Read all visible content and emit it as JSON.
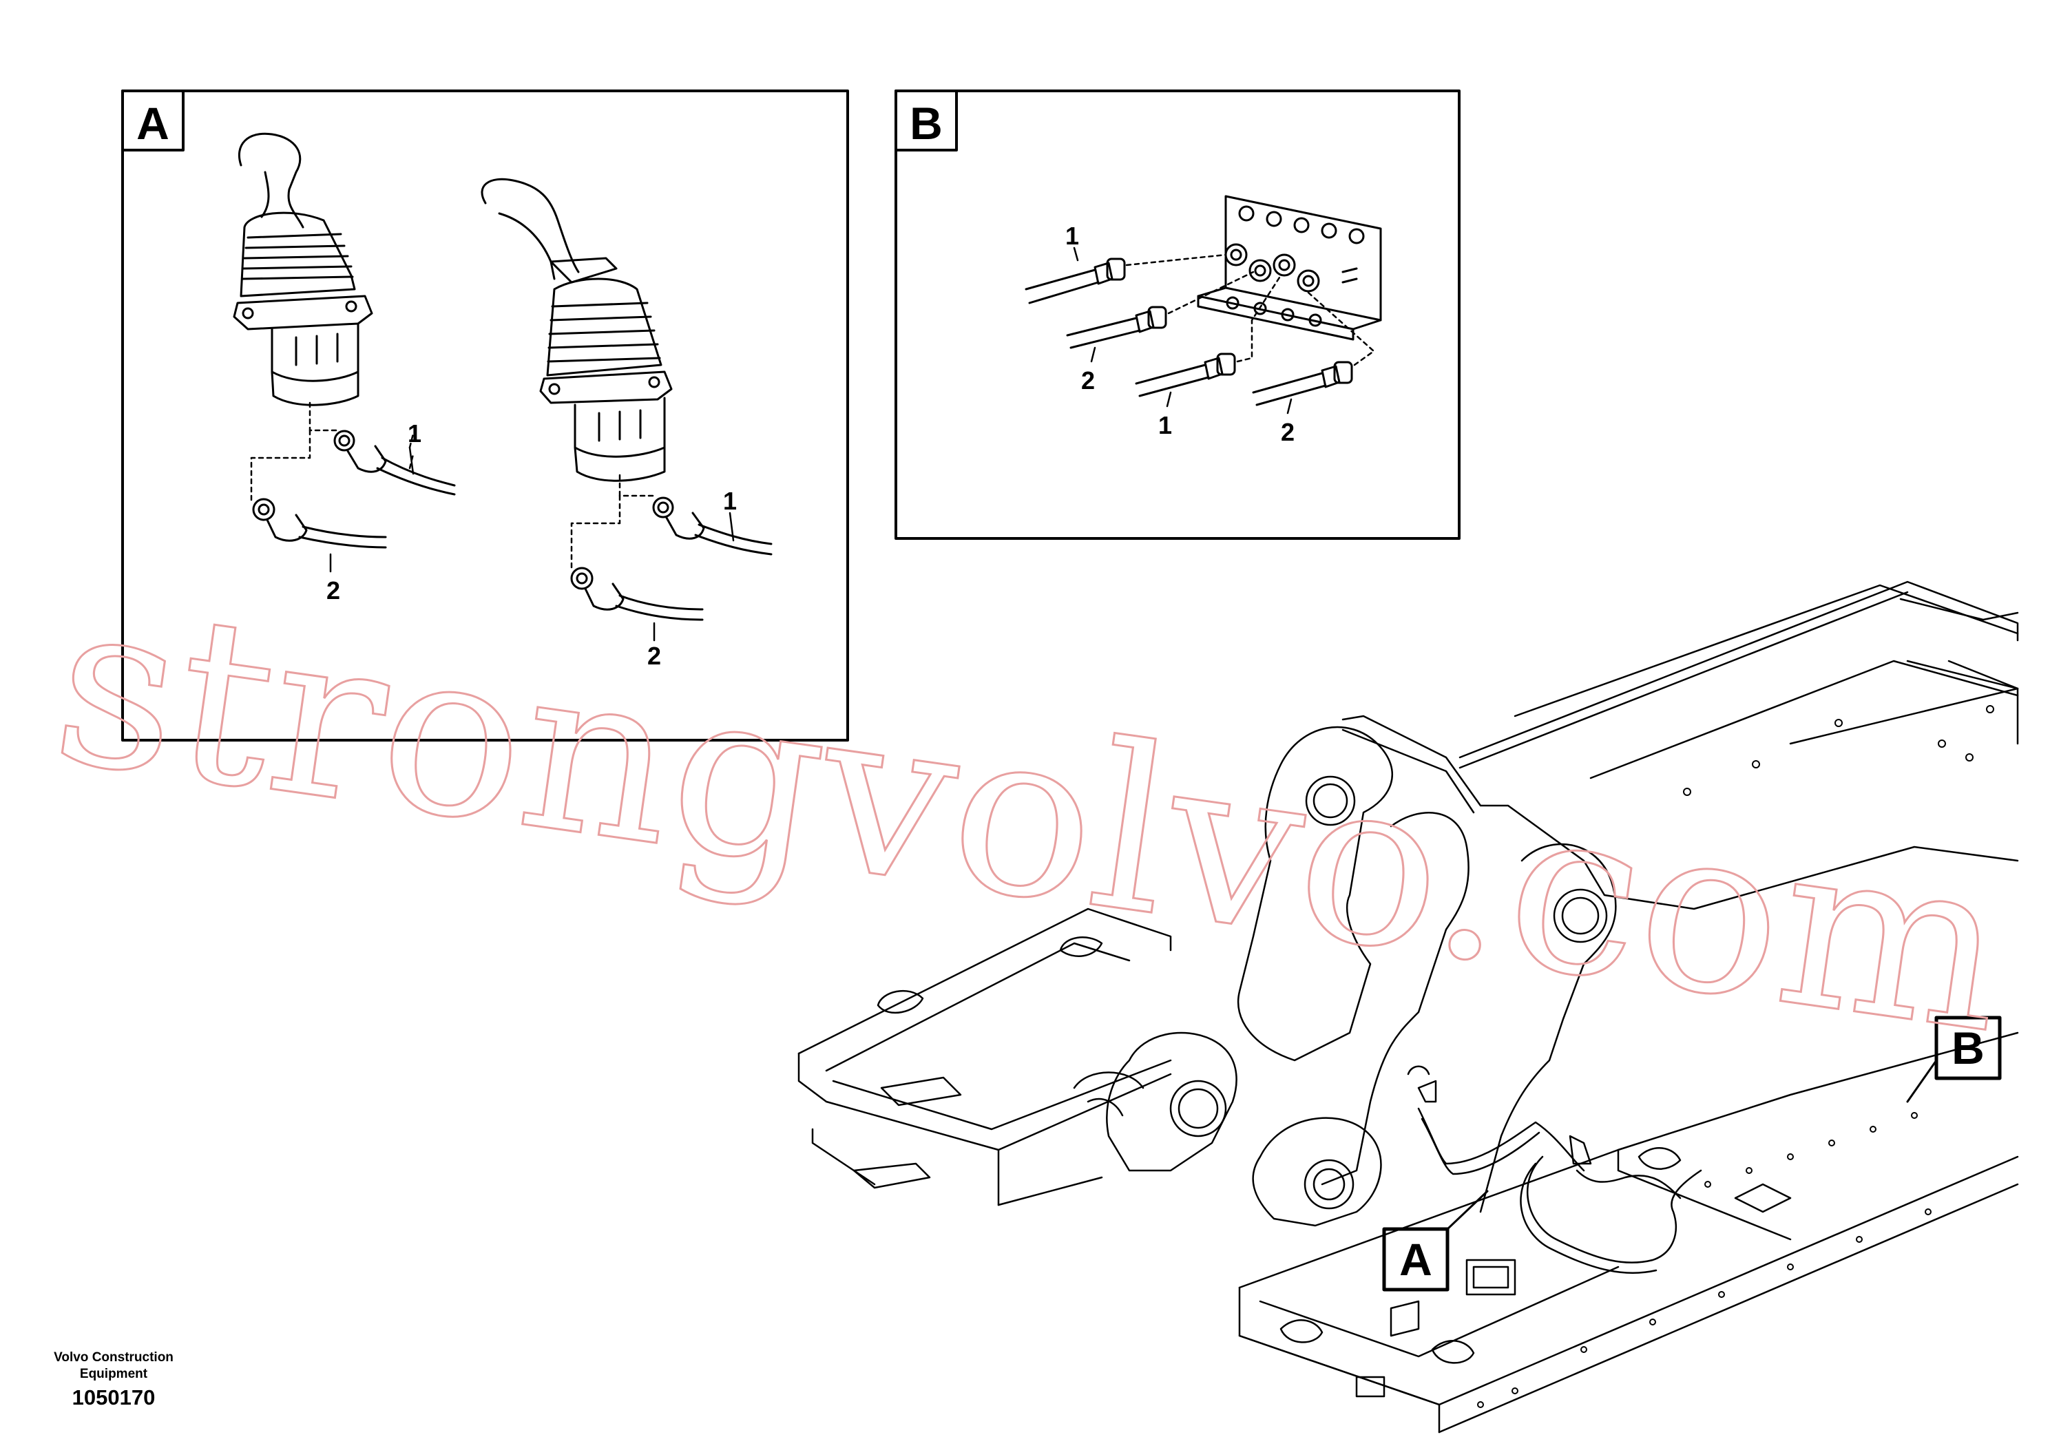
{
  "panel_a": {
    "letter": "A",
    "callouts": [
      "1",
      "2",
      "1",
      "2"
    ]
  },
  "panel_b": {
    "letter": "B",
    "callouts": [
      "1",
      "2",
      "1",
      "2"
    ]
  },
  "main_view": {
    "marker_a": "A",
    "marker_b": "B"
  },
  "watermark": "strongvolvo.com",
  "footer": {
    "brand_line1": "Volvo Construction",
    "brand_line2": "Equipment",
    "drawing_number": "1050170"
  }
}
